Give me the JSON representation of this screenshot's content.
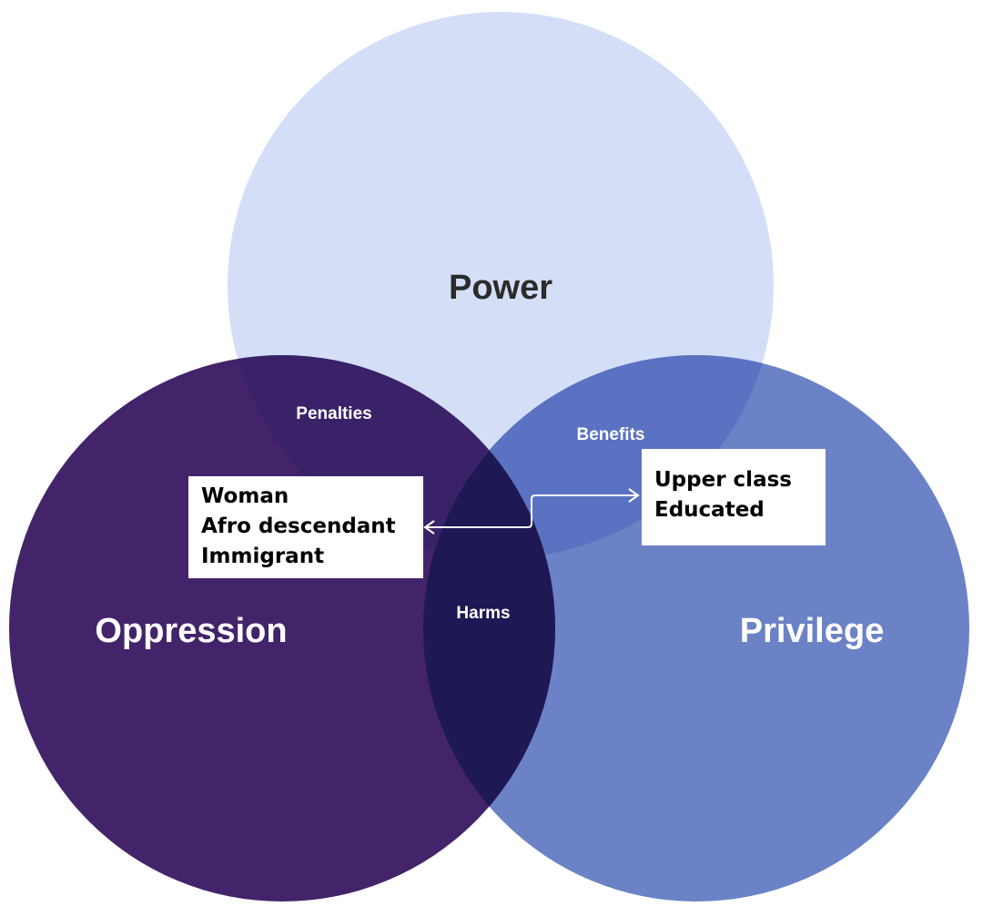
{
  "circles": {
    "power": {
      "label": "Power",
      "color": "#d4def7",
      "text_color": "#2b2b2b"
    },
    "oppression": {
      "label": "Oppression",
      "color": "#43246a",
      "text_color": "#ffffff"
    },
    "privilege": {
      "label": "Privilege",
      "color": "#6b82c6",
      "text_color": "#ffffff"
    }
  },
  "overlaps": {
    "penalties": {
      "label": "Penalties",
      "color": "#3a2268"
    },
    "benefits": {
      "label": "Benefits",
      "color": "#5b72c2"
    },
    "harms": {
      "label": "Harms",
      "color": "#1e1855"
    }
  },
  "boxes": {
    "oppression_identities": [
      "Woman",
      "Afro descendant",
      "Immigrant"
    ],
    "privilege_identities": [
      "Upper class",
      "Educated"
    ]
  }
}
